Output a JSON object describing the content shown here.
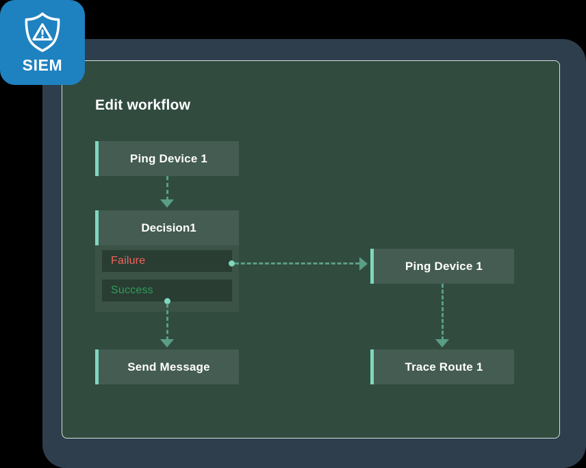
{
  "badge": {
    "icon": "shield-warning-icon",
    "label": "SIEM",
    "bg_color": "#1f82c0"
  },
  "panel": {
    "title": "Edit workflow",
    "bg_color": "#314b3f",
    "frame_color": "#2e3e4d"
  },
  "colors": {
    "node_fill": "#445c51",
    "accent_bar": "#7fd7be",
    "connector": "#5a9e86",
    "failure_text": "#f1635c",
    "success_text": "#2e9e5b",
    "branch_row_fill": "#2a3d33"
  },
  "nodes": [
    {
      "id": "ping-device-1",
      "label": "Ping Device 1"
    },
    {
      "id": "decision-1",
      "label": "Decision1"
    },
    {
      "id": "ping-device-1-right",
      "label": "Ping Device 1"
    },
    {
      "id": "send-message",
      "label": "Send Message"
    },
    {
      "id": "trace-route-1",
      "label": "Trace Route 1"
    }
  ],
  "decision": {
    "title": "Decision1",
    "branches": [
      {
        "id": "failure",
        "label": "Failure",
        "color": "#f1635c"
      },
      {
        "id": "success",
        "label": "Success",
        "color": "#2e9e5b"
      }
    ]
  },
  "connections": [
    {
      "from": "ping-device-1",
      "to": "decision-1",
      "style": "dashed",
      "direction": "down"
    },
    {
      "from": "failure",
      "to": "ping-device-1-right",
      "style": "dashed",
      "direction": "right"
    },
    {
      "from": "success",
      "to": "send-message",
      "style": "dashed",
      "direction": "down"
    },
    {
      "from": "ping-device-1-right",
      "to": "trace-route-1",
      "style": "dashed",
      "direction": "down"
    }
  ]
}
